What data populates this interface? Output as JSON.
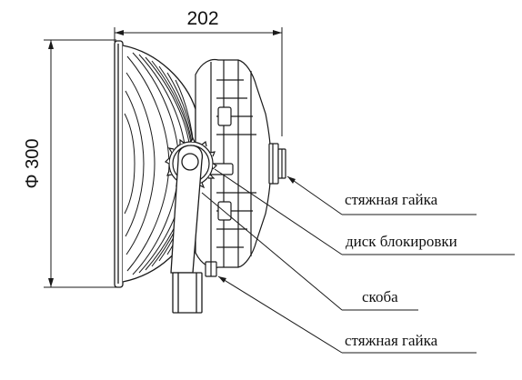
{
  "dimensions": {
    "width_label": "202",
    "diameter_label": "Φ 300"
  },
  "callouts": [
    {
      "id": "nut-top",
      "label": "стяжная гайка"
    },
    {
      "id": "lock-disc",
      "label": "диск блокировки"
    },
    {
      "id": "bracket",
      "label": "скоба"
    },
    {
      "id": "nut-bottom",
      "label": "стяжная гайка"
    }
  ],
  "colors": {
    "line": "#1a1a1a",
    "background": "#ffffff"
  }
}
